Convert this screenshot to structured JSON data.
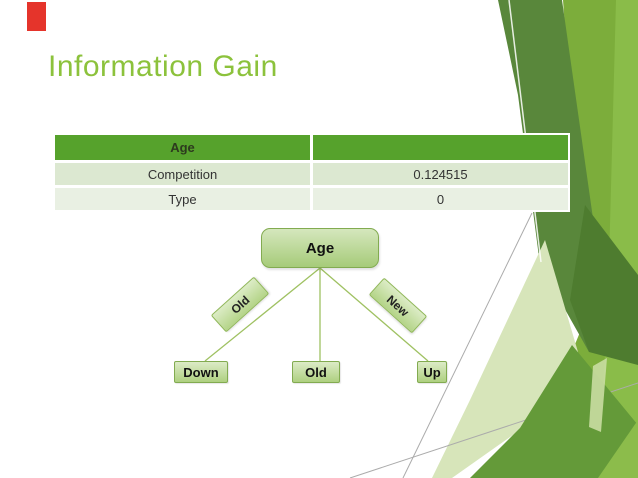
{
  "slide": {
    "title": "Information Gain",
    "colors": {
      "title_green": "#8cc23c",
      "table_header_green": "#56a22c",
      "table_row1_bg": "#dce8d1",
      "table_row2_bg": "#e9f0e3",
      "node_border_green": "#82ab50",
      "node_fill_light": "#dcebc6",
      "node_fill_dark": "#aed080",
      "decoration_dark_green": "#59873b",
      "decoration_bright_green": "#7cad3b",
      "marker_red": "#e5342b"
    }
  },
  "table": {
    "rows": [
      {
        "label": "Age",
        "value": ""
      },
      {
        "label": "Competition",
        "value": "0.124515"
      },
      {
        "label": "Type",
        "value": "0"
      }
    ]
  },
  "tree": {
    "root": "Age",
    "branches": [
      {
        "label": "Old"
      },
      {
        "label": "New"
      }
    ],
    "leaves": [
      {
        "label": "Down"
      },
      {
        "label": "Old"
      },
      {
        "label": "Up"
      }
    ]
  }
}
